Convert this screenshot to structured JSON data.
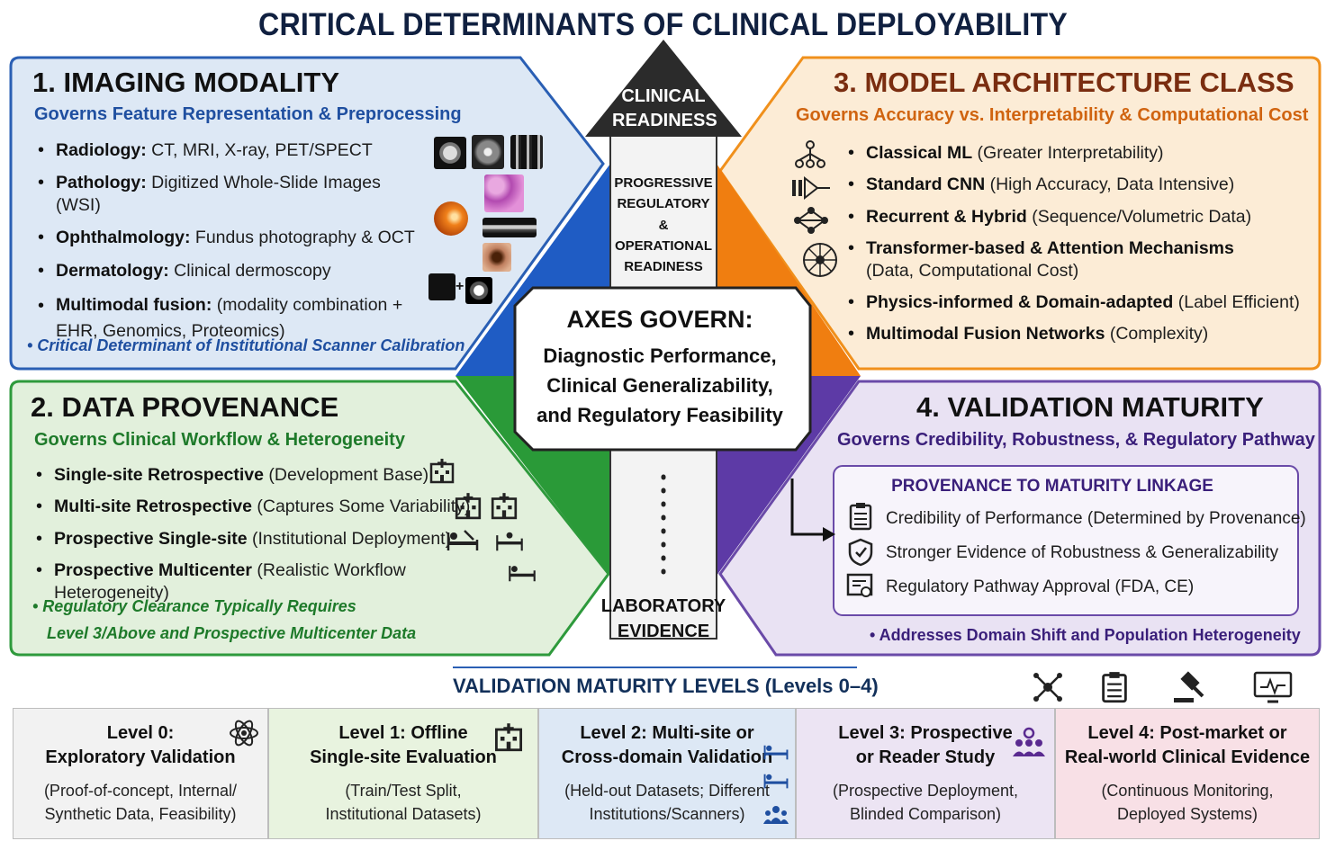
{
  "title": "CRITICAL DETERMINANTS OF CLINICAL DEPLOYABILITY",
  "colors": {
    "imaging": "#2a5fb4",
    "imaging_bg": "#dde8f5",
    "architecture": "#f0901c",
    "architecture_bg": "#fcecd6",
    "provenance": "#2e9a3c",
    "provenance_bg": "#e2f0dc",
    "validation": "#6a4aa8",
    "validation_bg": "#e9e2f3"
  },
  "imaging_modality": {
    "title": "1. IMAGING MODALITY",
    "subtitle": "Governs Feature Representation & Preprocessing",
    "items": [
      {
        "label": "Radiology:",
        "text": " CT, MRI, X-ray, PET/SPECT"
      },
      {
        "label": "Pathology:",
        "text": " Digitized Whole-Slide Images (WSI)"
      },
      {
        "label": "Ophthalmology:",
        "text": " Fundus photography & OCT"
      },
      {
        "label": "Dermatology:",
        "text": " Clinical dermoscopy"
      },
      {
        "label": "Multimodal fusion:",
        "text": " (modality combination + EHR, Genomics, Proteomics)"
      }
    ],
    "note": "• Critical Determinant of Institutional Scanner Calibration"
  },
  "model_architecture": {
    "title": "3. MODEL ARCHITECTURE CLASS",
    "subtitle": "Governs Accuracy vs. Interpretability & Computational Cost",
    "items": [
      {
        "label": "Classical ML",
        "text": " (Greater Interpretability)",
        "icon": "tree-icon"
      },
      {
        "label": "Standard CNN",
        "text": " (High Accuracy, Data Intensive)",
        "icon": "cnn-icon"
      },
      {
        "label": "Recurrent & Hybrid",
        "text": " (Sequence/Volumetric Data)",
        "icon": "recurrent-icon"
      },
      {
        "label": "Transformer-based & Attention Mechanisms",
        "text": " (Data, Computational Cost)",
        "icon": "transformer-icon"
      },
      {
        "label": "Physics-informed & Domain-adapted",
        "text": " (Label Efficient)",
        "icon": ""
      },
      {
        "label": "Multimodal Fusion Networks",
        "text": " (Complexity)",
        "icon": ""
      }
    ]
  },
  "data_provenance": {
    "title": "2. DATA PROVENANCE",
    "subtitle": "Governs Clinical Workflow & Heterogeneity",
    "items": [
      {
        "label": "Single-site Retrospective",
        "text": " (Development Base)"
      },
      {
        "label": "Multi-site Retrospective",
        "text": " (Captures Some Variability)"
      },
      {
        "label": "Prospective Single-site",
        "text": " (Institutional Deployment)"
      },
      {
        "label": "Prospective Multicenter",
        "text": " (Realistic Workflow Heterogeneity)"
      }
    ],
    "note_line1": "• Regulatory Clearance Typically Requires",
    "note_line2": "Level 3/Above and Prospective Multicenter Data"
  },
  "validation_maturity": {
    "title": "4. VALIDATION MATURITY",
    "subtitle": "Governs Credibility, Robustness, & Regulatory Pathway",
    "linkage_title": "PROVENANCE TO MATURITY LINKAGE",
    "linkage": [
      {
        "label": "Credibility of Performance",
        "text": " (Determined by Provenance)",
        "icon": "checklist-icon"
      },
      {
        "label": "Stronger Evidence of Robustness & Generalizability",
        "text": "",
        "icon": "shield-icon"
      },
      {
        "label": "Regulatory Pathway Approval",
        "text": " (FDA, CE)",
        "icon": "certificate-icon"
      }
    ],
    "note": "• Addresses Domain Shift and Population Heterogeneity"
  },
  "center": {
    "arrow_top": "CLINICAL\nREADINESS",
    "arrow_mid": "PROGRESSIVE\nREGULATORY\n& OPERATIONAL\nREADINESS",
    "arrow_bottom": "LABORATORY\nEVIDENCE",
    "heading": "AXES GOVERN:",
    "body": "Diagnostic Performance,\nClinical Generalizability,\nand Regulatory Feasibility"
  },
  "levels_title": "VALIDATION MATURITY LEVELS (Levels 0–4)",
  "levels": [
    {
      "title": "Level 0:\nExploratory Validation",
      "desc": "(Proof-of-concept, Internal/\nSynthetic Data, Feasibility)",
      "bg": "#f2f2f2"
    },
    {
      "title": "Level 1: Offline\nSingle-site Evaluation",
      "desc": "(Train/Test Split,\nInstitutional Datasets)",
      "bg": "#e8f3df"
    },
    {
      "title": "Level 2: Multi-site or\nCross-domain Validation",
      "desc": "(Held-out Datasets; Different\nInstitutions/Scanners)",
      "bg": "#dde8f5"
    },
    {
      "title": "Level 3: Prospective\nor Reader Study",
      "desc": "(Prospective Deployment,\nBlinded Comparison)",
      "bg": "#ece4f3"
    },
    {
      "title": "Level 4: Post-market or\nReal-world Clinical Evidence",
      "desc": "(Continuous Monitoring,\nDeployed Systems)",
      "bg": "#f8e0e6"
    }
  ]
}
